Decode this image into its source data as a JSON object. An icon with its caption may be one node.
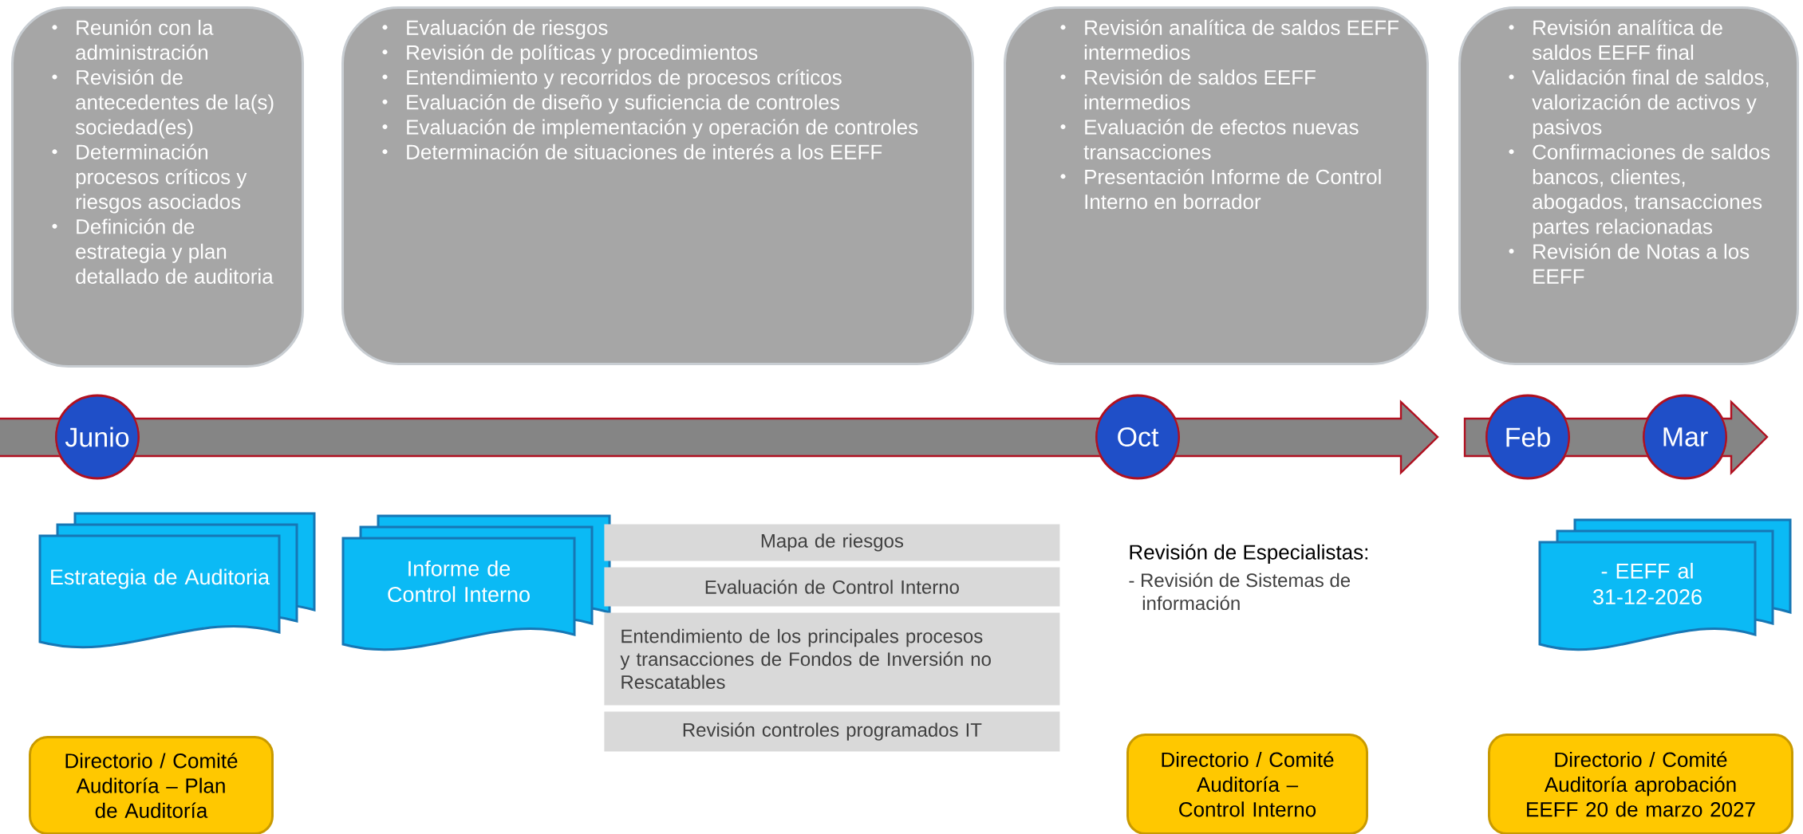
{
  "diagram": {
    "nodes": [
      {
        "text": [
          "Reunión con la administración",
          "Revisión de antecedentes de la(s) sociedad(es)",
          "Determinación procesos críticos y riesgos asociados",
          "Definición de estrategia y plan detallado de auditoria"
        ]
      },
      {
        "text": [
          "Evaluación de riesgos",
          "Revisión de políticas y procedimientos",
          "Entendimiento y recorridos de procesos críticos",
          "Evaluación de diseño y suficiencia de controles",
          "Evaluación de implementación y operación de controles",
          "Determinación de situaciones de interés a los EEFF"
        ]
      },
      {
        "text": [
          "Revisión analítica de saldos EEFF intermedios",
          "Revisión de saldos EEFF intermedios",
          "Evaluación de efectos nuevas transacciones",
          "Presentación Informe de Control Interno  en borrador"
        ]
      },
      {
        "text": [
          "Revisión analítica de saldos EEFF final",
          "Validación final de saldos, valorización de activos y pasivos",
          "Confirmaciones de saldos  bancos, clientes, abogados, transacciones partes relacionadas",
          "Revisión de Notas a los EEFF"
        ]
      },
      {
        "text": [
          "Junio"
        ]
      },
      {
        "text": [
          "Oct"
        ]
      },
      {
        "text": [
          "Feb"
        ]
      },
      {
        "text": [
          "Mar"
        ]
      },
      {
        "text": [
          "Estrategia de Auditoria"
        ]
      },
      {
        "text": [
          "Informe de Control Interno"
        ]
      },
      {
        "text": [
          "- EEFF al 31-12-2026"
        ]
      },
      {
        "text": [
          "Mapa de riesgos"
        ]
      },
      {
        "text": [
          "Evaluación de Control  Interno"
        ]
      },
      {
        "text": [
          "Entendimiento de los principales procesos y transacciones de Fondos de Inversión no Rescatables"
        ]
      },
      {
        "text": [
          "Revisión controles programados IT"
        ]
      },
      {
        "text": [
          "Directorio / Comité Auditoría – Plan de Auditoría"
        ]
      },
      {
        "text": [
          "Directorio / Comité Auditoría – Control Interno"
        ]
      },
      {
        "text": [
          "Directorio / Comité Auditoría aprobación EEFF 20 de marzo 2027"
        ]
      }
    ],
    "edges": [
      {
        "from": 4,
        "to": 5,
        "arrow": "to"
      },
      {
        "from": 6,
        "to": 7,
        "arrow": "to"
      }
    ],
    "labels": [
      "Revisión de Especialistas:",
      "- Revisión de Sistemas de información"
    ]
  }
}
